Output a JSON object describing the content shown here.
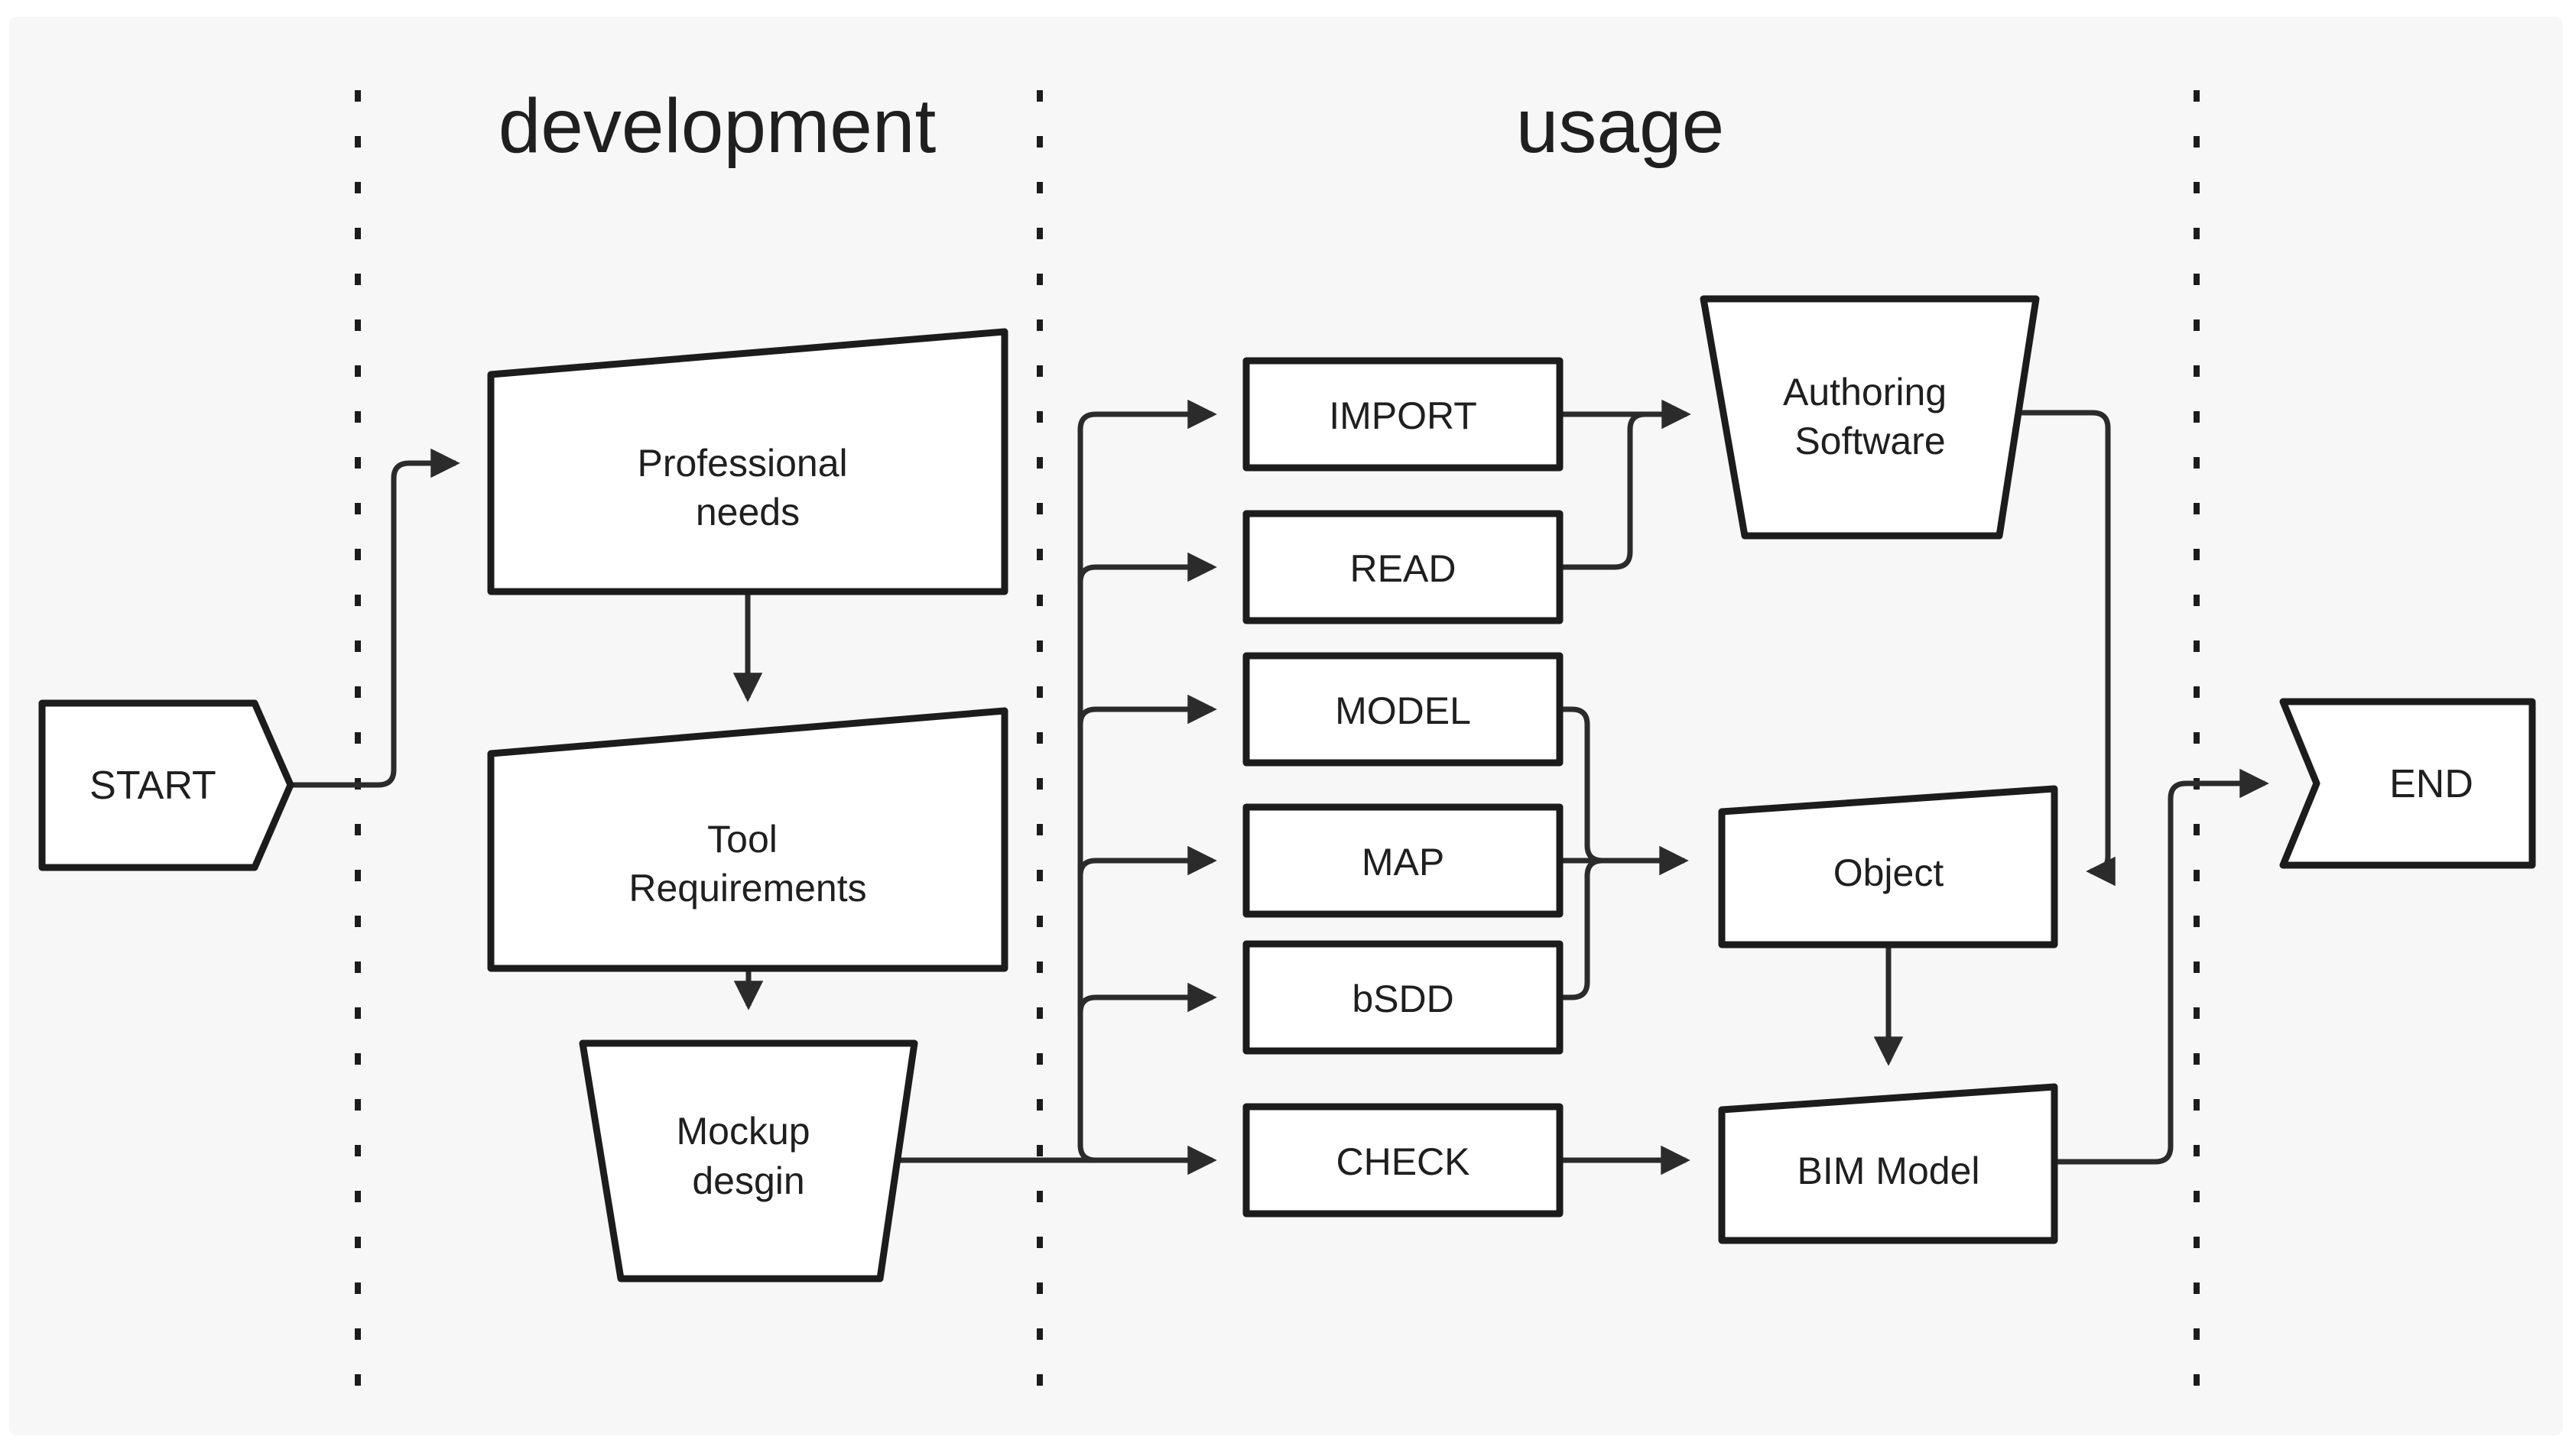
{
  "diagram": {
    "type": "flowchart",
    "sections": [
      {
        "label": "development"
      },
      {
        "label": "usage"
      }
    ],
    "nodes": {
      "start": {
        "label": "START",
        "shape": "right-pointing-pentagon"
      },
      "professional_needs": {
        "line1": "Professional",
        "line2": "needs",
        "shape": "manual-input"
      },
      "tool_requirements": {
        "line1": "Tool",
        "line2": "Requirements",
        "shape": "manual-input"
      },
      "mockup_design": {
        "line1": "Mockup",
        "line2": "desgin",
        "shape": "inverted-trapezoid"
      },
      "import": {
        "label": "IMPORT",
        "shape": "rectangle"
      },
      "read": {
        "label": "READ",
        "shape": "rectangle"
      },
      "model": {
        "label": "MODEL",
        "shape": "rectangle"
      },
      "map": {
        "label": "MAP",
        "shape": "rectangle"
      },
      "bsdd": {
        "label": "bSDD",
        "shape": "rectangle"
      },
      "check": {
        "label": "CHECK",
        "shape": "rectangle"
      },
      "authoring_software": {
        "line1": "Authoring",
        "line2": "Software",
        "shape": "inverted-trapezoid"
      },
      "object": {
        "label": "Object",
        "shape": "manual-input"
      },
      "bim_model": {
        "label": "BIM Model",
        "shape": "manual-input"
      },
      "end": {
        "label": "END",
        "shape": "notched-flag"
      }
    },
    "edges": [
      "START -> Professional needs",
      "Professional needs -> Tool Requirements",
      "Tool Requirements -> Mockup desgin",
      "Mockup desgin -> IMPORT",
      "Mockup desgin -> READ",
      "Mockup desgin -> MODEL",
      "Mockup desgin -> MAP",
      "Mockup desgin -> bSDD",
      "Mockup desgin -> CHECK",
      "IMPORT -> Authoring Software",
      "READ -> Authoring Software",
      "MODEL -> Object",
      "MAP -> Object",
      "bSDD -> Object",
      "Authoring Software -> Object",
      "CHECK -> BIM Model",
      "Object -> BIM Model",
      "BIM Model -> END"
    ],
    "colors": {
      "page_background": "#ffffff",
      "canvas_background": "#f7f7f8",
      "stroke": "#1c1c1c",
      "connector": "#2b2b2b",
      "shape_fill": "#ffffff",
      "text": "#1f1f1f"
    }
  }
}
